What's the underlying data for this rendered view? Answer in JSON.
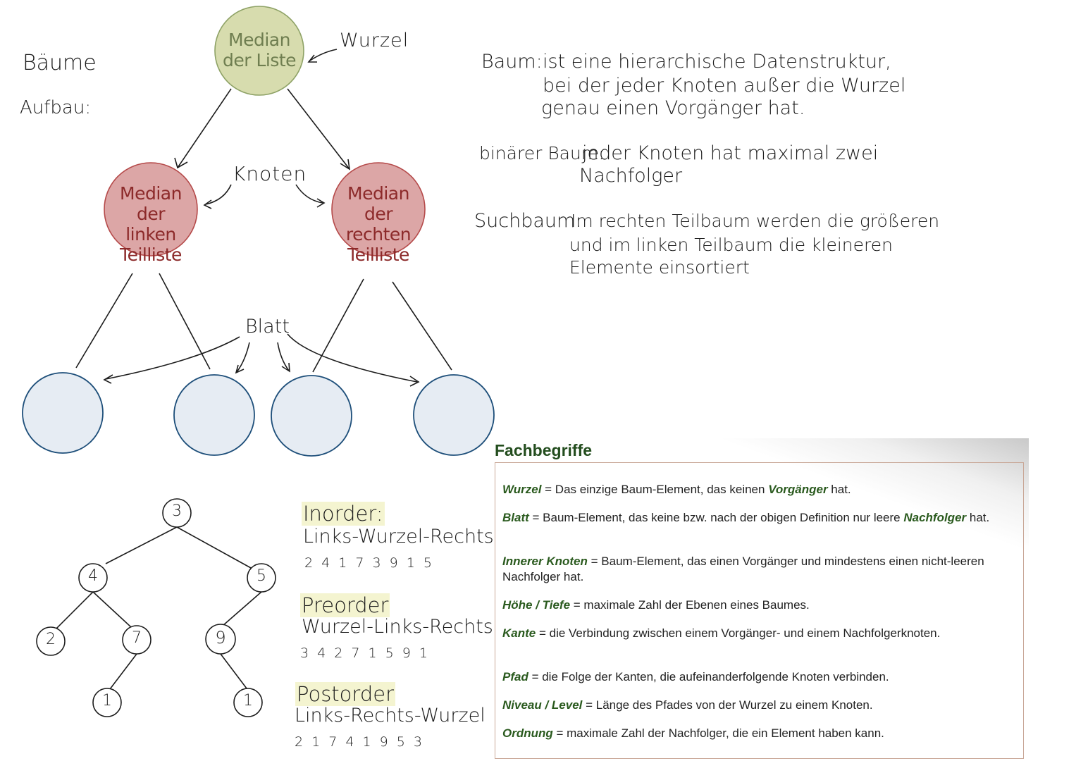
{
  "page": {
    "title": "Bäume",
    "subtitle": "Aufbau:"
  },
  "diagram": {
    "root_label": [
      "Median",
      "der Liste"
    ],
    "root_annotation": "Wurzel",
    "node_annotation": "Knoten",
    "left_child_label": [
      "Median der",
      "linken",
      "Teilliste"
    ],
    "right_child_label": [
      "Median der",
      "rechten",
      "Teilliste"
    ],
    "leaf_annotation": "Blatt",
    "colors": {
      "root_fill": "#d7dcae",
      "root_stroke": "#8ea266",
      "child_fill": "#dca6a6",
      "child_stroke": "#b54a4a",
      "child_text": "#8c2a2a",
      "leaf_fill": "#e6ecf3",
      "leaf_stroke": "#1e4f7a",
      "root_text": "#6f7e50"
    }
  },
  "definitions": [
    {
      "term": "Baum:",
      "lines": [
        "ist eine hierarchische Datenstruktur,",
        "bei der jeder Knoten außer die Wurzel",
        "genau einen Vorgänger hat."
      ]
    },
    {
      "term": "binärer Baum:",
      "lines": [
        "jeder Knoten hat maximal zwei",
        "Nachfolger"
      ]
    },
    {
      "term": "Suchbaum:",
      "lines": [
        "Im rechten Teilbaum werden die größeren",
        "und im linken Teilbaum die kleineren",
        "Elemente einsortiert"
      ]
    }
  ],
  "example_tree": {
    "nodes": [
      "3",
      "4",
      "5",
      "2",
      "7",
      "9",
      "1",
      "1"
    ]
  },
  "traversals": [
    {
      "name": "Inorder:",
      "pattern": "Links-Wurzel-Rechts",
      "sequence": "2 4 1 7 3 9 1 5"
    },
    {
      "name": "Preorder",
      "pattern": "Wurzel-Links-Rechts",
      "sequence": "3 4 2 7 1 5 9 1"
    },
    {
      "name": "Postorder",
      "pattern": "Links-Rechts-Wurzel",
      "sequence": "2 1 7 4 1 9 5 3"
    }
  ],
  "glossary": {
    "title": "Fachbegriffe",
    "entries": [
      {
        "term": "Wurzel",
        "text": " = Das einzige Baum-Element, das keinen ",
        "emph": "Vorgänger",
        "tail": " hat."
      },
      {
        "term": "Blatt",
        "text": " = Baum-Element, das keine bzw. nach der obigen Definition nur leere ",
        "emph": "Nachfolger",
        "tail": " hat."
      },
      {
        "term": "Innerer Knoten",
        "text": " = Baum-Element, das einen Vorgänger und mindestens einen nicht-leeren Nachfolger hat.",
        "emph": "",
        "tail": ""
      },
      {
        "term": "Höhe / Tiefe",
        "text": " = maximale Zahl der Ebenen eines Baumes.",
        "emph": "",
        "tail": ""
      },
      {
        "term": "Kante",
        "text": " = die Verbindung zwischen einem Vorgänger- und einem Nachfolgerknoten.",
        "emph": "",
        "tail": ""
      },
      {
        "term": "Pfad",
        "text": " = die Folge der Kanten, die aufeinanderfolgende Knoten verbinden.",
        "emph": "",
        "tail": ""
      },
      {
        "term": "Niveau / Level",
        "text": " = Länge des Pfades von der Wurzel zu einem Knoten.",
        "emph": "",
        "tail": ""
      },
      {
        "term": "Ordnung",
        "text": " = maximale Zahl der Nachfolger, die ein Element haben kann.",
        "emph": "",
        "tail": ""
      }
    ]
  }
}
